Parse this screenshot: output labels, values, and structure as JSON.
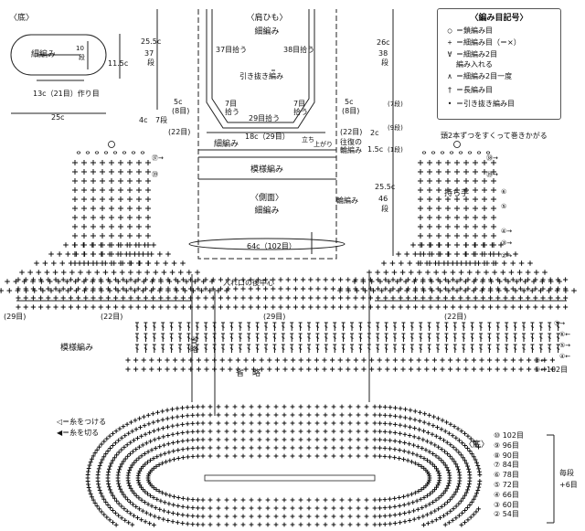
{
  "bottom_panel": {
    "title": "〈底〉",
    "stitch": "細編み",
    "rows": "10段",
    "height": "11.5c",
    "chain": "13c（21目）作り目",
    "width": "25c"
  },
  "strap_panel": {
    "title": "〈肩ひも〉",
    "stitch": "細編み",
    "side_title": "〈側面〉",
    "side_stitch": "細編み",
    "pattern": "模様編み",
    "pickup_left": "37目拾う",
    "pickup_right": "38目拾う",
    "slip": "引き抜き編み",
    "pick7_left": "7目\n拾う",
    "pick7_right": "7目\n拾う",
    "pick29": "29目拾う",
    "st18": "18c（29目）",
    "st64": "64c（102目）",
    "rise": "立ち上がり",
    "back_rib": "往復の\n輪編み",
    "ring_rib": "輪編み",
    "m22l": "(22目)",
    "m22r": "(22目)",
    "h255": "25.5c",
    "r37": "37段",
    "r5l": "5c",
    "r8l": "(8目)",
    "r4": "4c",
    "r7": "7段",
    "h26": "26c",
    "r38": "38段",
    "r5r": "5c",
    "r8r": "(8目)",
    "r2c": "2c",
    "r1_5": "1.5c",
    "pairs": "(7段)(9段)(1段)",
    "h255b": "25.5c",
    "r46": "46段"
  },
  "legend": {
    "title": "〈編み目記号〉",
    "items": [
      {
        "sym": "○",
        "label": "＝鎖編み目"
      },
      {
        "sym": "+",
        "label": "＝細編み目（＝×）"
      },
      {
        "sym": "∀",
        "label": "＝細編み2目"
      },
      {
        "sym": "",
        "label": "編み入れる"
      },
      {
        "sym": "∧",
        "label": "＝細編み2目一度"
      },
      {
        "sym": "†",
        "label": "＝長編み目"
      },
      {
        "sym": "•",
        "label": "＝引き抜き編み目"
      }
    ]
  },
  "chart": {
    "note_handle": "頭2本ずつをすくって巻きかがる",
    "handle": "持ち手",
    "center_back": "入れ口の後中心",
    "pattern": "模様編み",
    "omit": "省略",
    "omit2": "省　略",
    "m29l": "(29目)",
    "m22a": "(22目)",
    "m29c": "(29目)",
    "m22b": "(22目)",
    "m102": "①←102目",
    "m2": "②←",
    "join": "◁＝糸をつける",
    "cut": "◀＝糸を切る",
    "bottom_label": "〈底〉",
    "each_round": "毎段",
    "plus6": "+6目",
    "row_marks_left": [
      "㊲→",
      "㊴",
      "",
      "",
      "",
      "",
      "⑫→",
      "",
      ""
    ],
    "row_marks_right": [
      "㊳→",
      "㊴→",
      "⑥",
      "⑤",
      "④→",
      "③→",
      "②→",
      "①→"
    ]
  },
  "rounds": [
    "⑩ 102目",
    "⑨ 96目",
    "⑧ 90目",
    "⑦ 84目",
    "⑥ 78目",
    "⑤ 72目",
    "④ 66目",
    "③ 60目",
    "② 54目"
  ]
}
